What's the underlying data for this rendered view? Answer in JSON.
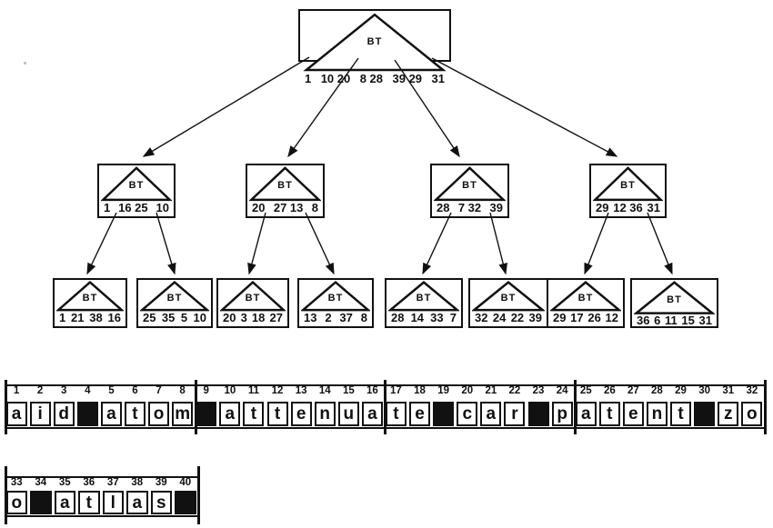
{
  "colors": {
    "ink": "#111111",
    "paper": "#ffffff"
  },
  "diagram": {
    "node_label": "BT",
    "root": {
      "keys": [
        "1",
        "10 20",
        "8 28",
        "39 29",
        "31"
      ]
    },
    "internal_nodes": [
      {
        "keys": [
          "1",
          "16 25",
          "10"
        ]
      },
      {
        "keys": [
          "20",
          "27 13",
          "8"
        ]
      },
      {
        "keys": [
          "28",
          "7 32",
          "39"
        ]
      },
      {
        "keys": [
          "29",
          "12 36",
          "31"
        ]
      }
    ],
    "leaf_nodes": [
      {
        "keys": [
          "1",
          "21",
          "38",
          "16"
        ]
      },
      {
        "keys": [
          "25",
          "35",
          "5",
          "10"
        ]
      },
      {
        "keys": [
          "20",
          "3",
          "18",
          "27"
        ]
      },
      {
        "keys": [
          "13",
          "2",
          "37",
          "8"
        ]
      },
      {
        "keys": [
          "28",
          "14",
          "33",
          "7"
        ]
      },
      {
        "keys": [
          "32",
          "24",
          "22",
          "39"
        ]
      },
      {
        "keys": [
          "29",
          "17",
          "26",
          "12"
        ]
      },
      {
        "keys": [
          "36",
          "6",
          "11",
          "15",
          "31"
        ]
      }
    ]
  },
  "string_array": {
    "rows": [
      {
        "cells": [
          {
            "i": "1",
            "c": "a"
          },
          {
            "i": "2",
            "c": "i"
          },
          {
            "i": "3",
            "c": "d"
          },
          {
            "i": "4",
            "c": "",
            "black": true
          },
          {
            "i": "5",
            "c": "a"
          },
          {
            "i": "6",
            "c": "t"
          },
          {
            "i": "7",
            "c": "o"
          },
          {
            "i": "8",
            "c": "m"
          },
          {
            "i": "9",
            "c": "",
            "black": true
          },
          {
            "i": "10",
            "c": "a"
          },
          {
            "i": "11",
            "c": "t"
          },
          {
            "i": "12",
            "c": "t"
          },
          {
            "i": "13",
            "c": "e"
          },
          {
            "i": "14",
            "c": "n"
          },
          {
            "i": "15",
            "c": "u"
          },
          {
            "i": "16",
            "c": "a"
          },
          {
            "i": "17",
            "c": "t"
          },
          {
            "i": "18",
            "c": "e"
          },
          {
            "i": "19",
            "c": "",
            "black": true
          },
          {
            "i": "20",
            "c": "c"
          },
          {
            "i": "21",
            "c": "a"
          },
          {
            "i": "22",
            "c": "r"
          },
          {
            "i": "23",
            "c": "",
            "black": true
          },
          {
            "i": "24",
            "c": "p"
          },
          {
            "i": "25",
            "c": "a"
          },
          {
            "i": "26",
            "c": "t"
          },
          {
            "i": "27",
            "c": "e"
          },
          {
            "i": "28",
            "c": "n"
          },
          {
            "i": "29",
            "c": "t"
          },
          {
            "i": "30",
            "c": "",
            "black": true
          },
          {
            "i": "31",
            "c": "z"
          },
          {
            "i": "32",
            "c": "o"
          }
        ]
      },
      {
        "cells": [
          {
            "i": "33",
            "c": "o"
          },
          {
            "i": "34",
            "c": "",
            "black": true
          },
          {
            "i": "35",
            "c": "a"
          },
          {
            "i": "36",
            "c": "t"
          },
          {
            "i": "37",
            "c": "l"
          },
          {
            "i": "38",
            "c": "a"
          },
          {
            "i": "39",
            "c": "s"
          },
          {
            "i": "40",
            "c": "",
            "black": true
          }
        ]
      }
    ]
  }
}
